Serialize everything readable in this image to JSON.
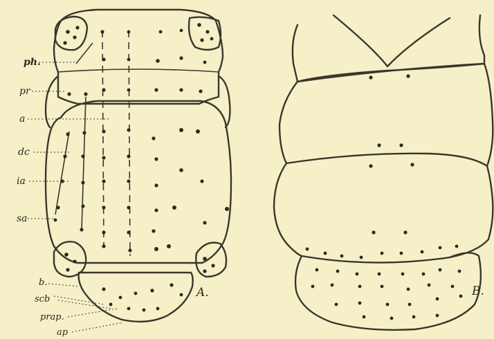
{
  "figure": {
    "panels": [
      "A.",
      "B."
    ],
    "labels": {
      "ph": "ph.",
      "pr": "pr",
      "a": "a",
      "dc": "dc",
      "ia": "ia",
      "sa": "sa",
      "b": "b.",
      "scb": "scb",
      "prap": "prap.",
      "ap": "ap"
    }
  }
}
